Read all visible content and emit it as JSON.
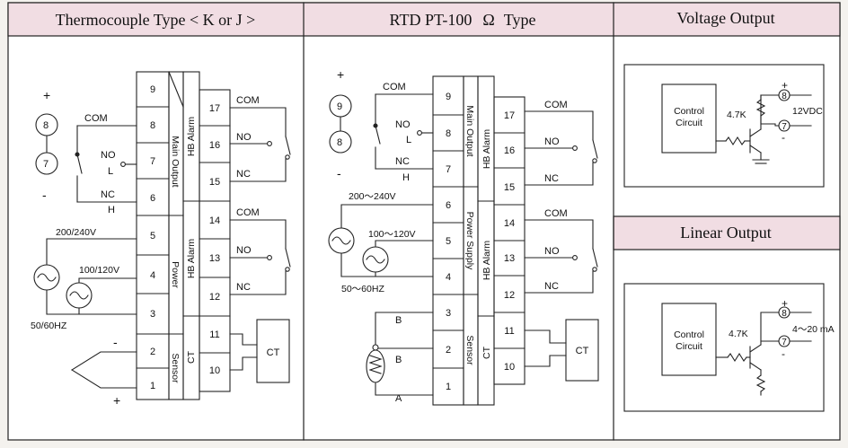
{
  "headers": {
    "thermocouple": "Thermocouple Type < K or J >",
    "rtd_prefix": "RTD PT-100",
    "rtd_omega": "Ω",
    "rtd_suffix": "Type",
    "voltage": "Voltage Output",
    "linear": "Linear Output"
  },
  "labels": {
    "main_output": "Main Output",
    "power": "Power",
    "power_supply": "Power Supply",
    "sensor": "Sensor",
    "hb_alarm": "HB Alarm",
    "ct": "CT",
    "com": "COM",
    "no": "NO",
    "nc": "NC",
    "l": "L",
    "h": "H",
    "plus": "+",
    "minus": "-",
    "b": "B",
    "a": "A",
    "control": "Control",
    "circuit": "Circuit",
    "r47k": "4.7K",
    "v12": "12VDC",
    "ma": "4～20 mA",
    "tc_v1": "200/240V",
    "tc_v2": "100/120V",
    "tc_hz": "50/60HZ",
    "rtd_v1": "200～240V",
    "rtd_v2": "100～120V",
    "rtd_hz": "50～60HZ"
  },
  "terminals": {
    "n1": "1",
    "n2": "2",
    "n3": "3",
    "n4": "4",
    "n5": "5",
    "n6": "6",
    "n7": "7",
    "n8": "8",
    "n9": "9",
    "n10": "10",
    "n11": "11",
    "n12": "12",
    "n13": "13",
    "n14": "14",
    "n15": "15",
    "n16": "16",
    "n17": "17"
  }
}
